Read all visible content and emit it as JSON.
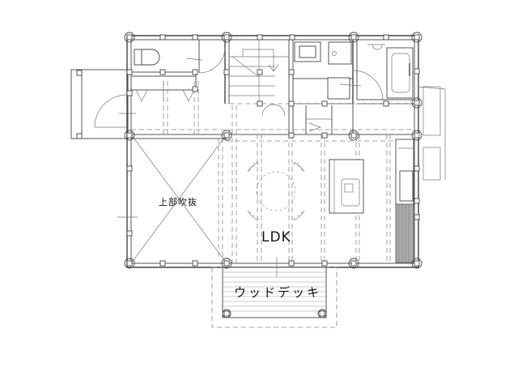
{
  "diagram": {
    "type": "architectural-floor-plan",
    "colors": {
      "line": "#444444",
      "dashed_line": "#888888",
      "hatch": "#9a9a9a",
      "background": "#ffffff"
    },
    "rooms": [
      {
        "id": "void",
        "label": "上部吹抜",
        "description": "double-height void above"
      },
      {
        "id": "ldk",
        "label": "LDK",
        "description": "living dining kitchen"
      },
      {
        "id": "deck",
        "label": "ウッドデッキ",
        "description": "wood deck"
      }
    ],
    "unlabeled_spaces": [
      "toilet",
      "storage",
      "staircase",
      "washroom",
      "bathroom",
      "entrance",
      "kitchen-counter"
    ]
  }
}
